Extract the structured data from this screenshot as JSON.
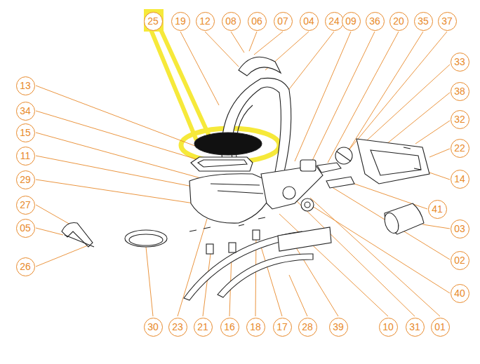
{
  "diagram": {
    "labels": [
      "25",
      "19",
      "12",
      "08",
      "06",
      "07",
      "04",
      "24",
      "09",
      "36",
      "20",
      "35",
      "37",
      "33",
      "38",
      "32",
      "22",
      "14",
      "41",
      "03",
      "02",
      "40",
      "13",
      "34",
      "15",
      "11",
      "29",
      "27",
      "05",
      "26",
      "30",
      "23",
      "21",
      "16",
      "18",
      "17",
      "28",
      "39",
      "10",
      "31",
      "01"
    ]
  }
}
